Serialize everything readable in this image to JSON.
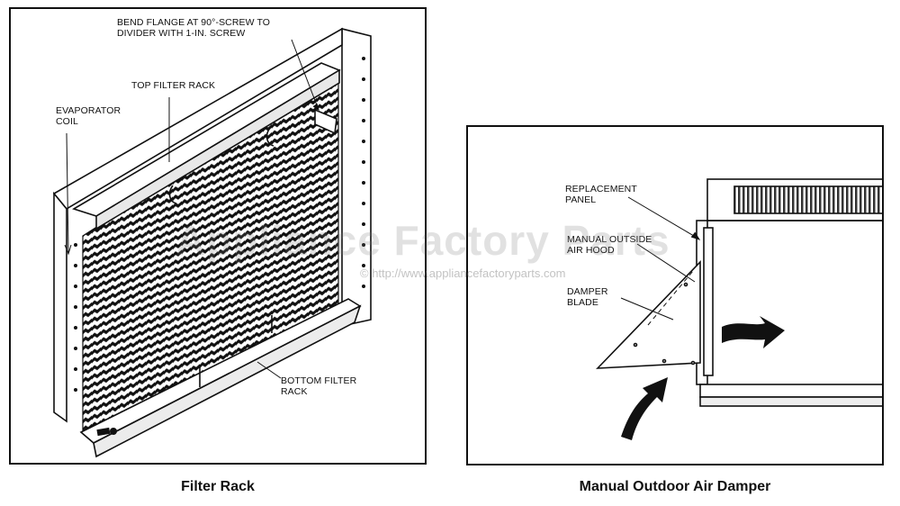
{
  "left_panel": {
    "caption": "Filter Rack",
    "labels": {
      "bend_flange_line1": "BEND FLANGE AT 90°-SCREW TO",
      "bend_flange_line2": "DIVIDER WITH 1-IN. SCREW",
      "top_filter_rack": "TOP FILTER RACK",
      "evaporator_line1": "EVAPORATOR",
      "evaporator_line2": "COIL",
      "bottom_line1": "BOTTOM FILTER",
      "bottom_line2": "RACK"
    }
  },
  "right_panel": {
    "caption": "Manual Outdoor Air Damper",
    "labels": {
      "replacement_line1": "REPLACEMENT",
      "replacement_line2": "PANEL",
      "hood_line1": "MANUAL OUTSIDE",
      "hood_line2": "AIR HOOD",
      "damper_line1": "DAMPER",
      "damper_line2": "BLADE"
    }
  },
  "watermark": {
    "text": "Appliance Factory Parts",
    "url": "© http://www.appliancefactoryparts.com"
  }
}
